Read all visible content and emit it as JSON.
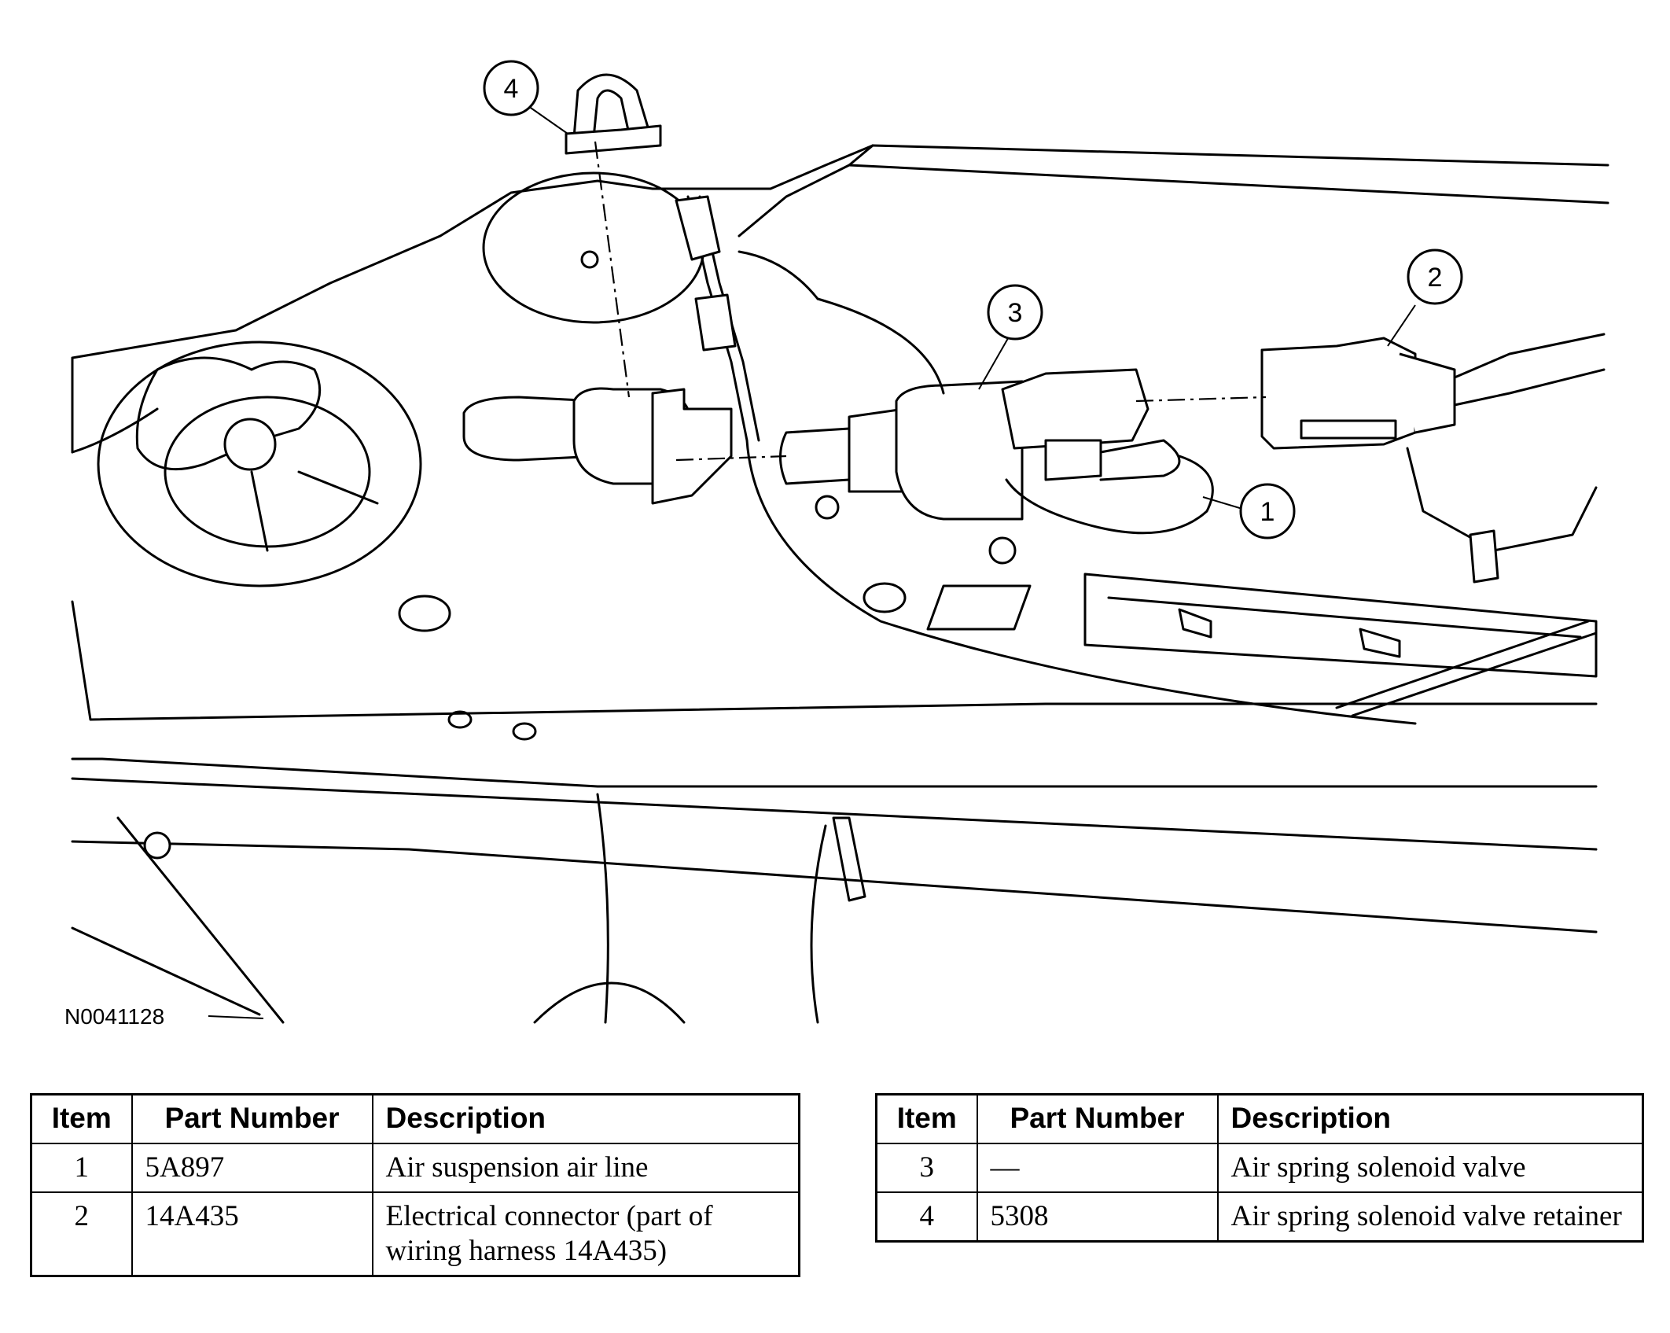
{
  "figure": {
    "id": "N0041128",
    "callouts": [
      "1",
      "2",
      "3",
      "4"
    ]
  },
  "tables": [
    {
      "headers": [
        "Item",
        "Part Number",
        "Description"
      ],
      "rows": [
        {
          "item": "1",
          "part": "5A897",
          "desc": "Air suspension air line"
        },
        {
          "item": "2",
          "part": "14A435",
          "desc": "Electrical connector (part of wiring harness 14A435)"
        }
      ]
    },
    {
      "headers": [
        "Item",
        "Part Number",
        "Description"
      ],
      "rows": [
        {
          "item": "3",
          "part": "—",
          "desc": "Air spring solenoid valve"
        },
        {
          "item": "4",
          "part": "5308",
          "desc": "Air spring solenoid valve retainer"
        }
      ]
    }
  ]
}
